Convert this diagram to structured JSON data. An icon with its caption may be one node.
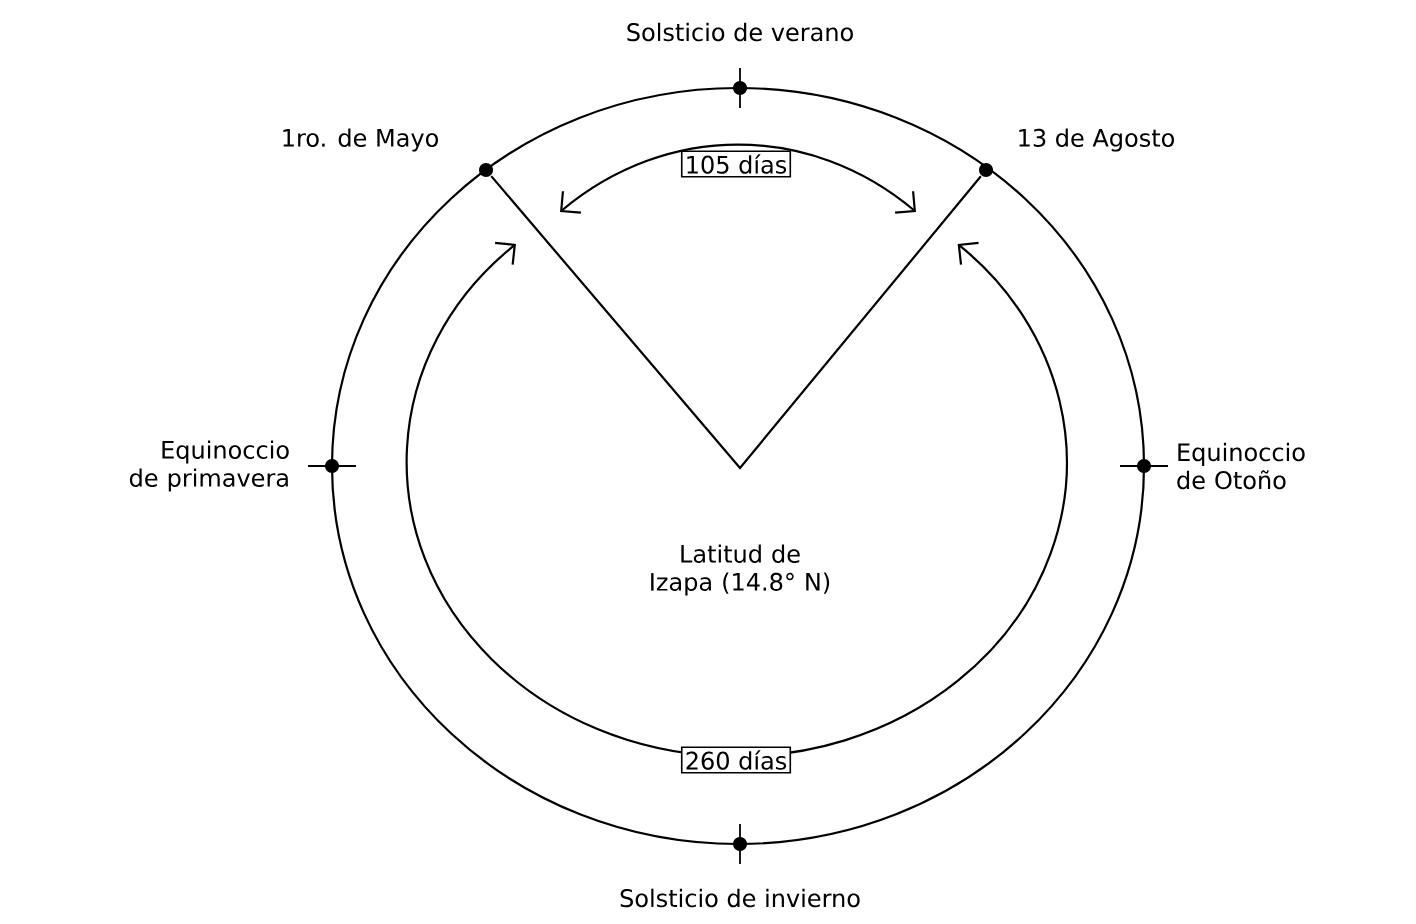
{
  "diagram": {
    "nodes": [
      {
        "text": [],
        "shape": "circle",
        "beside": [
          "Solsticio de verano"
        ]
      },
      {
        "text": [],
        "shape": "circle",
        "beside": [
          "1ro. de Mayo"
        ]
      },
      {
        "text": [],
        "shape": "circle",
        "beside": [
          "13 de Agosto"
        ]
      },
      {
        "text": [],
        "shape": "circle",
        "beside": [
          "Equinoccio de primavera"
        ]
      },
      {
        "text": [],
        "shape": "circle",
        "beside": [
          "Equinoccio de Otoño"
        ]
      },
      {
        "text": [],
        "shape": "circle",
        "beside": [
          "Solsticio de invierno"
        ]
      }
    ],
    "edges": [
      {
        "from": 1,
        "to": 2,
        "arrow": "both",
        "label": "105 días"
      },
      {
        "from": 1,
        "to": 2,
        "arrow": "both",
        "label": "260 días"
      },
      {
        "from": 1,
        "to": 2,
        "arrow": "none"
      }
    ],
    "labels": [
      "Latitud de Izapa (14.8° N)"
    ]
  }
}
